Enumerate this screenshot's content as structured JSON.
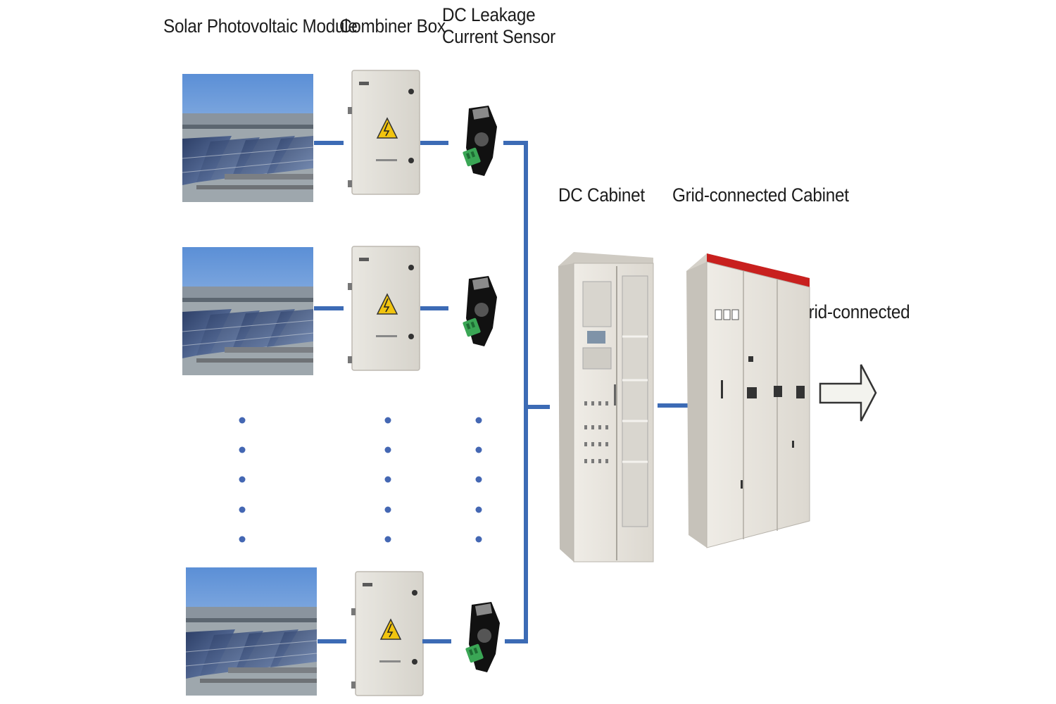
{
  "labels": {
    "pv_module": "Solar Photovoltaic Module",
    "combiner_box": "Combiner Box",
    "sensor_line1": "DC Leakage",
    "sensor_line2": "Current Sensor",
    "dc_cabinet": "DC Cabinet",
    "grid_cabinet": "Grid-connected Cabinet",
    "grid_output": "Grid-connected"
  },
  "rows": [
    {
      "name": "row-1"
    },
    {
      "name": "row-2"
    },
    {
      "name": "row-n"
    }
  ],
  "colors": {
    "wire": "#3c6bb5",
    "dots": "#4467b3",
    "cabinet_red_band": "#c8201e",
    "warning_yellow": "#f1c40f",
    "sensor_green": "#3aa655"
  },
  "icons": {
    "pv": "solar-panel-photo-icon",
    "combiner": "combiner-box-icon",
    "sensor": "leakage-sensor-icon",
    "dc_cabinet": "dc-cabinet-icon",
    "grid_cabinet": "grid-cabinet-icon",
    "arrow": "right-arrow-icon"
  }
}
